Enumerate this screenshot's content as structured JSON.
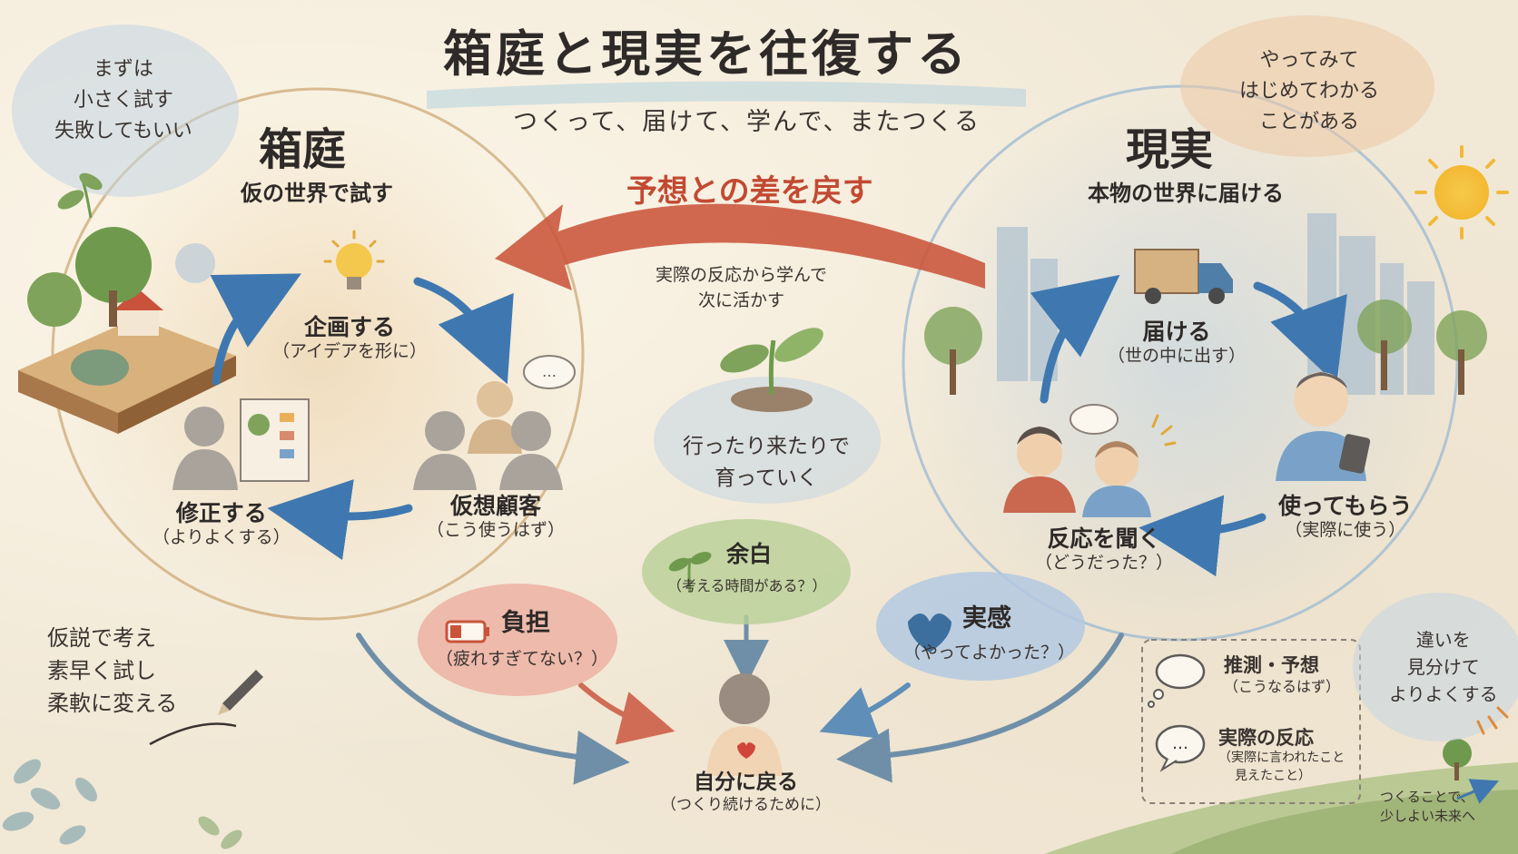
{
  "title": "箱庭と現実を往復する",
  "subtitle": "つくって、届けて、学んで、またつくる",
  "top_left_note": [
    "まずは",
    "小さく試す",
    "失敗してもいい"
  ],
  "top_right_note": [
    "やってみて",
    "はじめてわかる",
    "ことがある"
  ],
  "hakoniwa": {
    "label": "箱庭",
    "caption": "仮の世界で試す",
    "steps": [
      {
        "label": "企画する",
        "sub": "（アイデアを形に）"
      },
      {
        "label": "仮想顧客",
        "sub": "（こう使うはず）"
      },
      {
        "label": "修正する",
        "sub": "（よりよくする）"
      }
    ]
  },
  "genjitsu": {
    "label": "現実",
    "caption": "本物の世界に届ける",
    "steps": [
      {
        "label": "届ける",
        "sub": "（世の中に出す）"
      },
      {
        "label": "使ってもらう",
        "sub": "（実際に使う）"
      },
      {
        "label": "反応を聞く",
        "sub": "（どうだった？）"
      }
    ]
  },
  "return_arrow": {
    "label": "予想との差を戻す",
    "sub": [
      "実際の反応から学んで",
      "次に活かす"
    ]
  },
  "center_note": [
    "行ったり来たりで",
    "育っていく"
  ],
  "yohaku": {
    "label": "余白",
    "sub": "（考える時間がある？）"
  },
  "futan": {
    "label": "負担",
    "sub": "（疲れすぎてない？）"
  },
  "jikkan": {
    "label": "実感",
    "sub": "（やってよかった？）"
  },
  "center_self": {
    "label": "自分に戻る",
    "sub": "（つくり続けるために）"
  },
  "bottom_left_note": [
    "仮説で考え",
    "素早く試し",
    "柔軟に変える"
  ],
  "legend": {
    "guess": {
      "label": "推測・予想",
      "sub": "（こうなるはず）"
    },
    "actual": {
      "label": "実際の反応",
      "sub": [
        "（実際に言われたこと",
        "見えたこと）"
      ]
    }
  },
  "right_note": [
    "違いを",
    "見分けて",
    "よりよくする"
  ],
  "bottom_right_note": [
    "つくることで、",
    "少しよい未来へ"
  ],
  "colors": {
    "blue_arrow": "#3f78b0",
    "red_arrow": "#c9543a",
    "ink": "#2e2a28",
    "tan": "#d8b07c",
    "pink": "#e9a79a",
    "green": "#a8c48a",
    "sky": "#a9c6e0"
  }
}
